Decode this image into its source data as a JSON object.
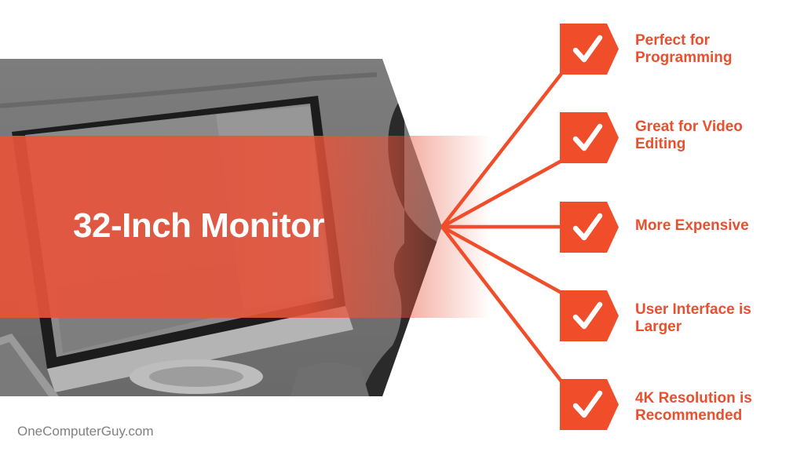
{
  "title": "32-Inch Monitor",
  "colors": {
    "accent": "#f04e2a",
    "label_text": "#e8502f",
    "band": "#e8533a",
    "photo_overlay": "#6e6e6e",
    "footer_text": "#808080"
  },
  "items": [
    {
      "icon": "check-icon",
      "label_line1": "Perfect for",
      "label_line2": "Programming"
    },
    {
      "icon": "check-icon",
      "label_line1": "Great for Video",
      "label_line2": "Editing"
    },
    {
      "icon": "check-icon",
      "label_line1": "More Expensive",
      "label_line2": ""
    },
    {
      "icon": "check-icon",
      "label_line1": "User Interface is",
      "label_line2": "Larger"
    },
    {
      "icon": "check-icon",
      "label_line1": "4K Resolution is",
      "label_line2": "Recommended"
    }
  ],
  "footer": {
    "site": "OneComputerGuy.com"
  }
}
